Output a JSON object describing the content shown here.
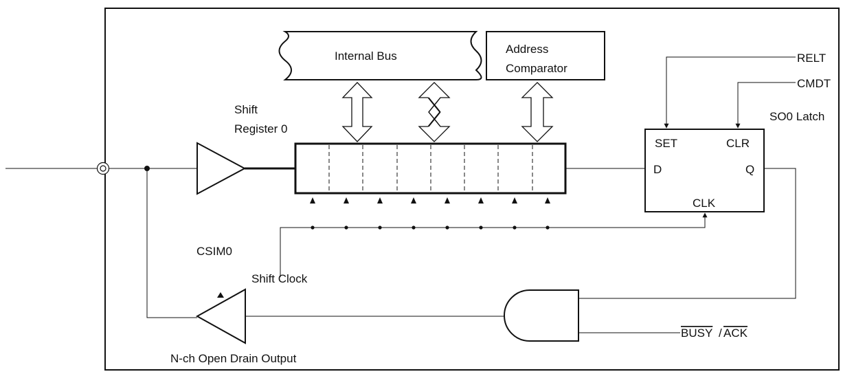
{
  "labels": {
    "internal_bus": "Internal Bus",
    "address_comparator_line1": "Address",
    "address_comparator_line2": "Comparator",
    "shift_register_line1": "Shift",
    "shift_register_line2": "Register 0",
    "relt": "RELT",
    "cmdt": "CMDT",
    "so0_latch": "SO0 Latch",
    "set": "SET",
    "clr": "CLR",
    "d": "D",
    "q": "Q",
    "clk": "CLK",
    "csim0": "CSIM0",
    "shift_clock": "Shift Clock",
    "busy": "BUSY",
    "slash": "/",
    "ack": "ACK",
    "open_drain": "N-ch Open Drain Output"
  },
  "shift_register": {
    "bit_count": 8
  }
}
